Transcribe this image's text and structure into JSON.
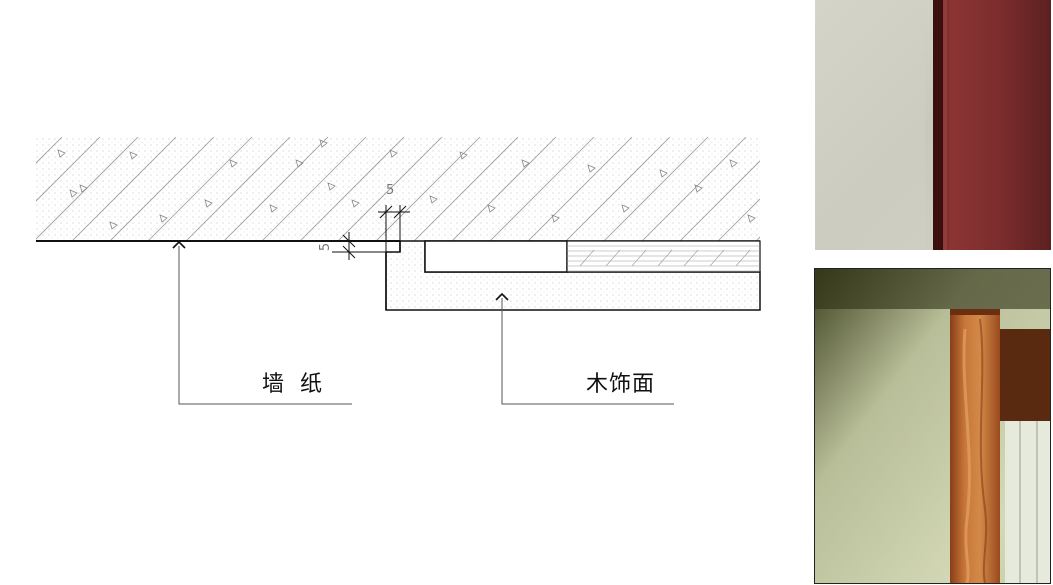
{
  "labels": {
    "wallpaper": "墙纸",
    "wood_finish": "木饰面"
  },
  "dimensions": {
    "top": "5",
    "left": "5"
  },
  "photos": {
    "top_description_colors": {
      "wall": "#d4d4c8",
      "trim": "#7a2a2a"
    },
    "bottom_description_colors": {
      "wall": "#c9cfa8",
      "wood": "#b5612c",
      "shadow": "#3a3a1c"
    }
  }
}
